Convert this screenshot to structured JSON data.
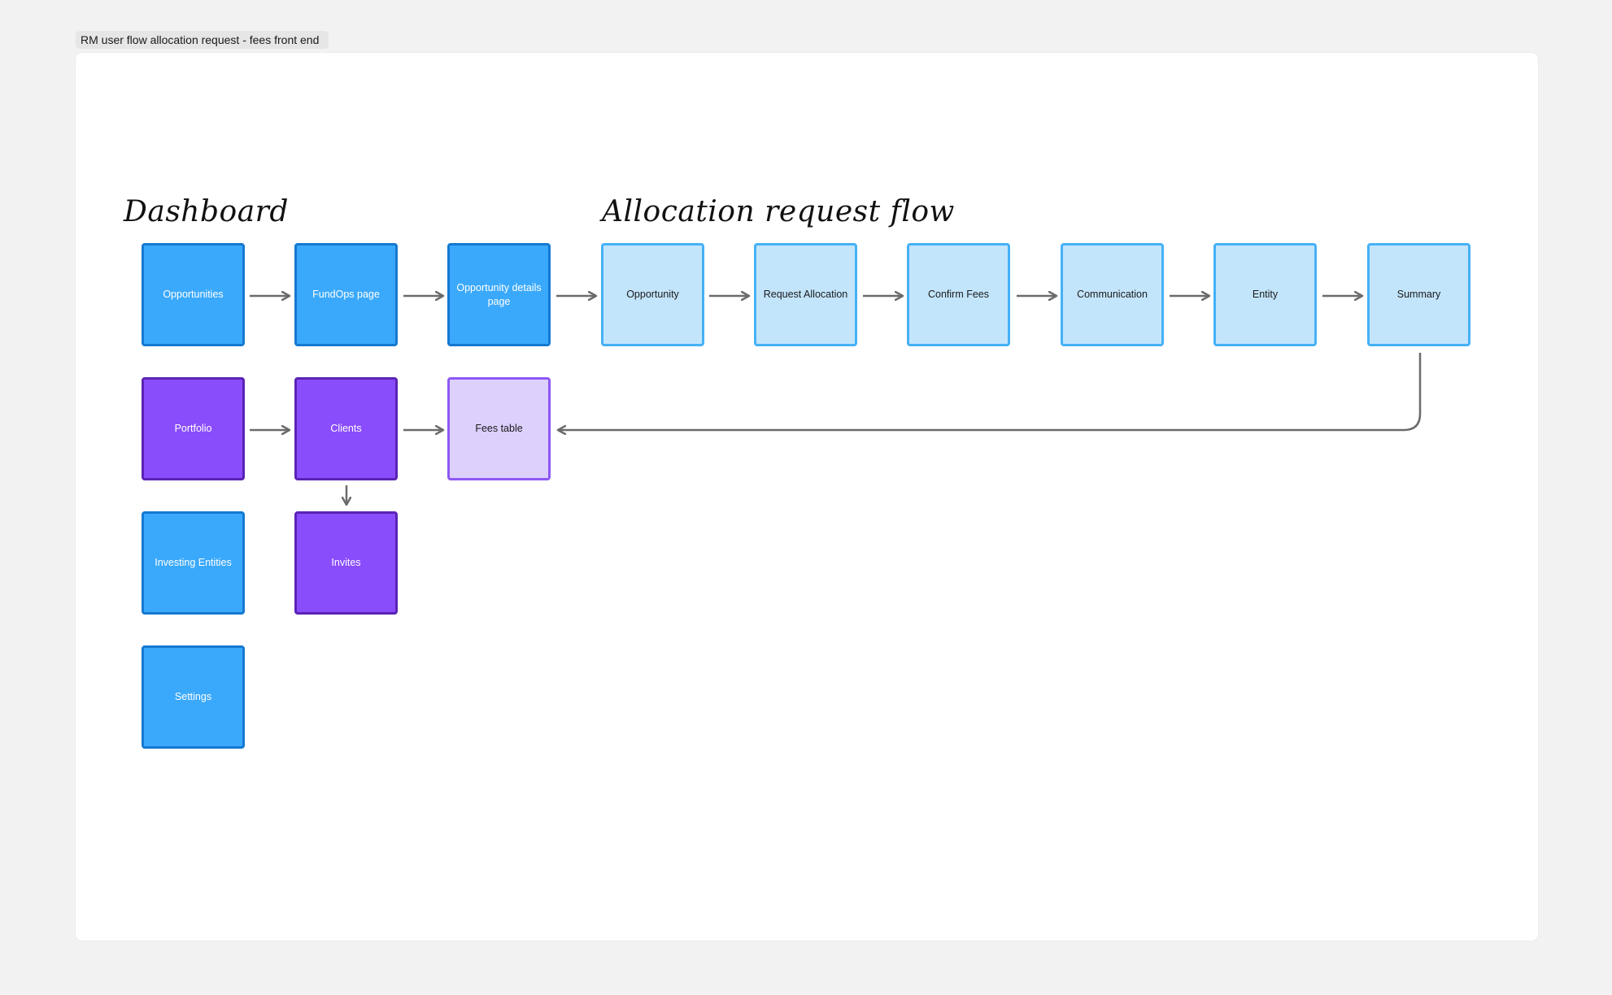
{
  "frame": {
    "title": "RM user flow allocation request - fees front end"
  },
  "headings": {
    "dashboard": "Dashboard",
    "allocation_flow": "Allocation request flow"
  },
  "nodes": {
    "opportunities": "Opportunities",
    "fundops_page": "FundOps page",
    "opportunity_details_page": "Opportunity details page",
    "opportunity": "Opportunity",
    "request_allocation": "Request Allocation",
    "confirm_fees": "Confirm Fees",
    "communication": "Communication",
    "entity": "Entity",
    "summary": "Summary",
    "portfolio": "Portfolio",
    "clients": "Clients",
    "fees_table": "Fees table",
    "investing_entities": "Investing Entities",
    "invites": "Invites",
    "settings": "Settings"
  },
  "colors": {
    "blue_fill": "#3ba9fb",
    "light_blue_fill": "#c3e5fc",
    "purple_fill": "#8a4dfb",
    "lavender_fill": "#ddd0fd",
    "connector": "#6b6b6b"
  },
  "edges": [
    [
      "opportunities",
      "fundops_page"
    ],
    [
      "fundops_page",
      "opportunity_details_page"
    ],
    [
      "opportunity_details_page",
      "opportunity"
    ],
    [
      "opportunity",
      "request_allocation"
    ],
    [
      "request_allocation",
      "confirm_fees"
    ],
    [
      "confirm_fees",
      "communication"
    ],
    [
      "communication",
      "entity"
    ],
    [
      "entity",
      "summary"
    ],
    [
      "portfolio",
      "clients"
    ],
    [
      "clients",
      "fees_table"
    ],
    [
      "clients",
      "invites"
    ],
    [
      "summary",
      "fees_table"
    ]
  ]
}
